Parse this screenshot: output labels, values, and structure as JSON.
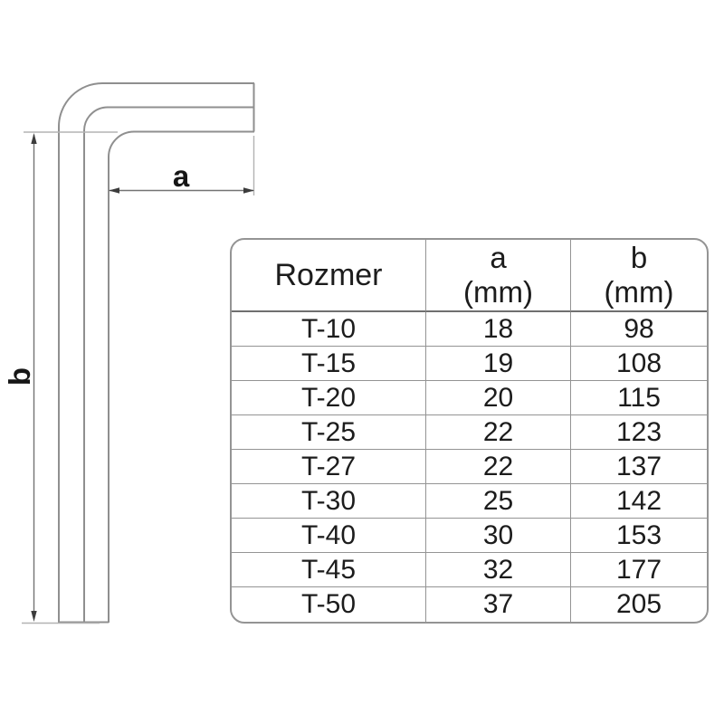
{
  "theme": {
    "background": "#ffffff",
    "drawing_line_color": "#8f8f8f",
    "dimension_line_color": "#747474",
    "extension_line_color": "#b3b3b3",
    "arrow_color": "#3c3c3c",
    "table_border_color": "#949494",
    "text_color": "#1c1c1c"
  },
  "diagram": {
    "dimension_a_label": "a",
    "dimension_b_label": "b"
  },
  "table": {
    "header": {
      "size": "Rozmer",
      "a_letter": "a",
      "a_unit": "(mm)",
      "b_letter": "b",
      "b_unit": "(mm)"
    },
    "rows": [
      {
        "size": "T-10",
        "a": "18",
        "b": "98"
      },
      {
        "size": "T-15",
        "a": "19",
        "b": "108"
      },
      {
        "size": "T-20",
        "a": "20",
        "b": "115"
      },
      {
        "size": "T-25",
        "a": "22",
        "b": "123"
      },
      {
        "size": "T-27",
        "a": "22",
        "b": "137"
      },
      {
        "size": "T-30",
        "a": "25",
        "b": "142"
      },
      {
        "size": "T-40",
        "a": "30",
        "b": "153"
      },
      {
        "size": "T-45",
        "a": "32",
        "b": "177"
      },
      {
        "size": "T-50",
        "a": "37",
        "b": "205"
      }
    ]
  }
}
